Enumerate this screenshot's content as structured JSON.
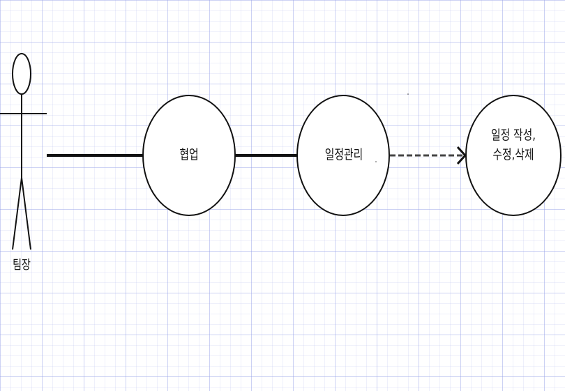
{
  "diagram": {
    "type": "use-case",
    "colors": {
      "stroke": "#111111",
      "fill": "#ffffff",
      "grid": "#c9cdf2"
    },
    "actor": {
      "label": "팀장"
    },
    "use_cases": [
      {
        "id": "collab",
        "label": "협업"
      },
      {
        "id": "schedule",
        "label": "일정관리"
      },
      {
        "id": "crud",
        "label_line1": "일정 작성,",
        "label_line2": "수정,삭제"
      }
    ],
    "relations": [
      {
        "from": "actor",
        "to": "collab",
        "style": "solid association"
      },
      {
        "from": "collab",
        "to": "schedule",
        "style": "solid association"
      },
      {
        "from": "schedule",
        "to": "crud",
        "style": "dashed dependency with arrow"
      }
    ]
  }
}
